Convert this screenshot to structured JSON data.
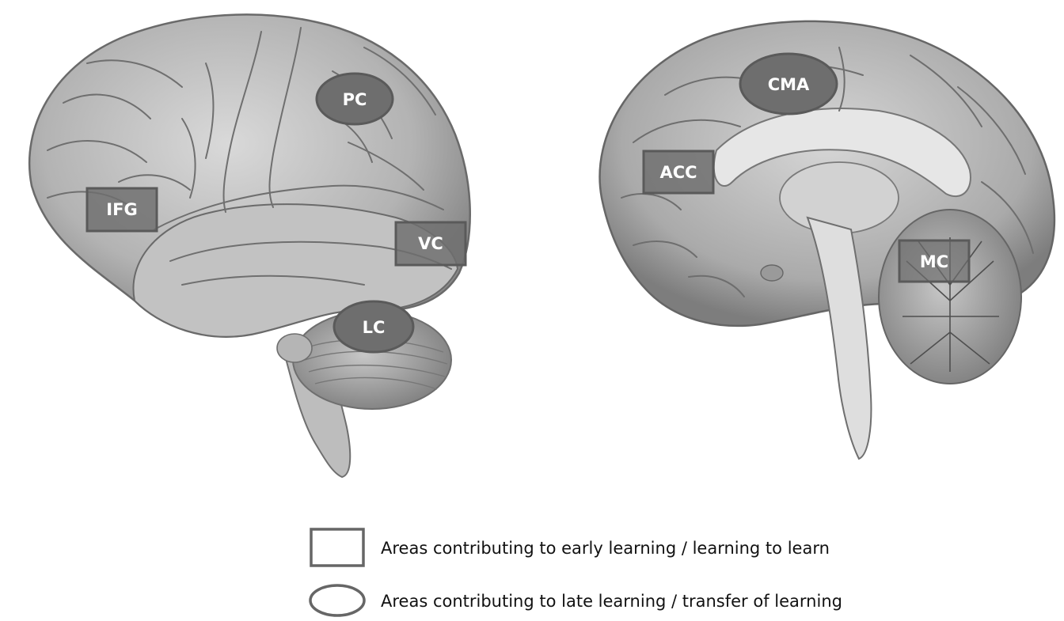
{
  "regions": {
    "lateral": {
      "pc": "PC",
      "ifg": "IFG",
      "vc": "VC",
      "lc": "LC"
    },
    "medial": {
      "cma": "CMA",
      "acc": "ACC",
      "mc": "MC"
    }
  },
  "legend": {
    "rect_label": "Areas contributing to early learning / learning to learn",
    "ellipse_label": "Areas contributing to late learning / transfer of learning"
  },
  "colors": {
    "region_fill": "#6e6e6e",
    "region_stroke": "#5a5a5a",
    "label_text": "#ffffff",
    "legend_stroke": "#666666"
  }
}
